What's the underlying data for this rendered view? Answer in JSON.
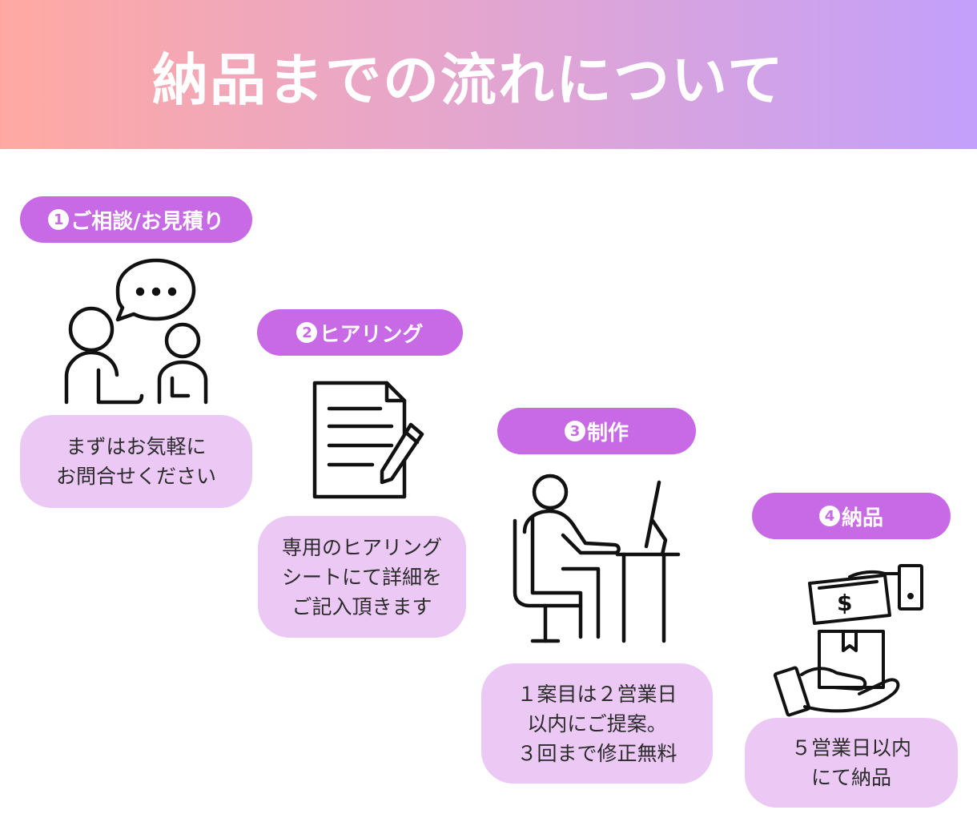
{
  "title": "納品までの流れについて",
  "steps": [
    {
      "num": "1",
      "label": "ご相談/お見積り",
      "lines": [
        "まずはお気軽に",
        "お問合せください"
      ]
    },
    {
      "num": "2",
      "label": "ヒアリング",
      "lines": [
        "専用のヒアリング",
        "シートにて詳細を",
        "ご記入頂きます"
      ]
    },
    {
      "num": "3",
      "label": "制作",
      "lines": [
        "１案目は２営業日",
        "以内にご提案。",
        "３回まで修正無料"
      ]
    },
    {
      "num": "4",
      "label": "納品",
      "lines": [
        "５営業日以内",
        "にて納品"
      ]
    }
  ],
  "icons": [
    "consultation-icon",
    "document-pen-icon",
    "desk-worker-icon",
    "payment-delivery-icon"
  ],
  "colors": {
    "pill": "#c86ae6",
    "box": "#ebc9f4",
    "header_start": "#ffa9a2",
    "header_end": "#c3a0fb"
  }
}
